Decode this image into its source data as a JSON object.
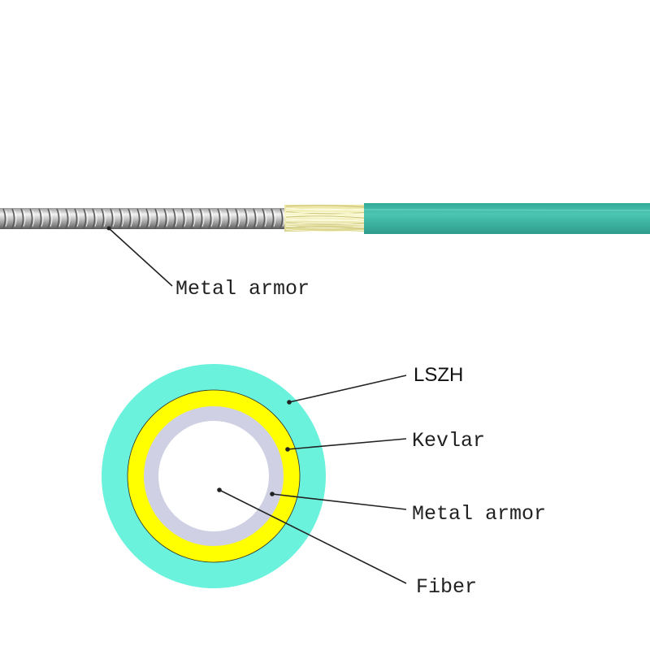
{
  "colors": {
    "lszh": "#6af2dc",
    "cable_jacket": "#3fb7a5",
    "kevlar": "#ffff00",
    "kevlar_fiber_strands": "#f3f0b0",
    "metal_armor_ring": "#cfd0e3",
    "fiber_core": "#ffffff",
    "leader_line": "#222222"
  },
  "cable_view": {
    "armor_label": "Metal armor"
  },
  "cross_section": {
    "labels": {
      "lszh": "LSZH",
      "kevlar": "Kevlar",
      "metal_armor": "Metal armor",
      "fiber": "Fiber"
    }
  }
}
